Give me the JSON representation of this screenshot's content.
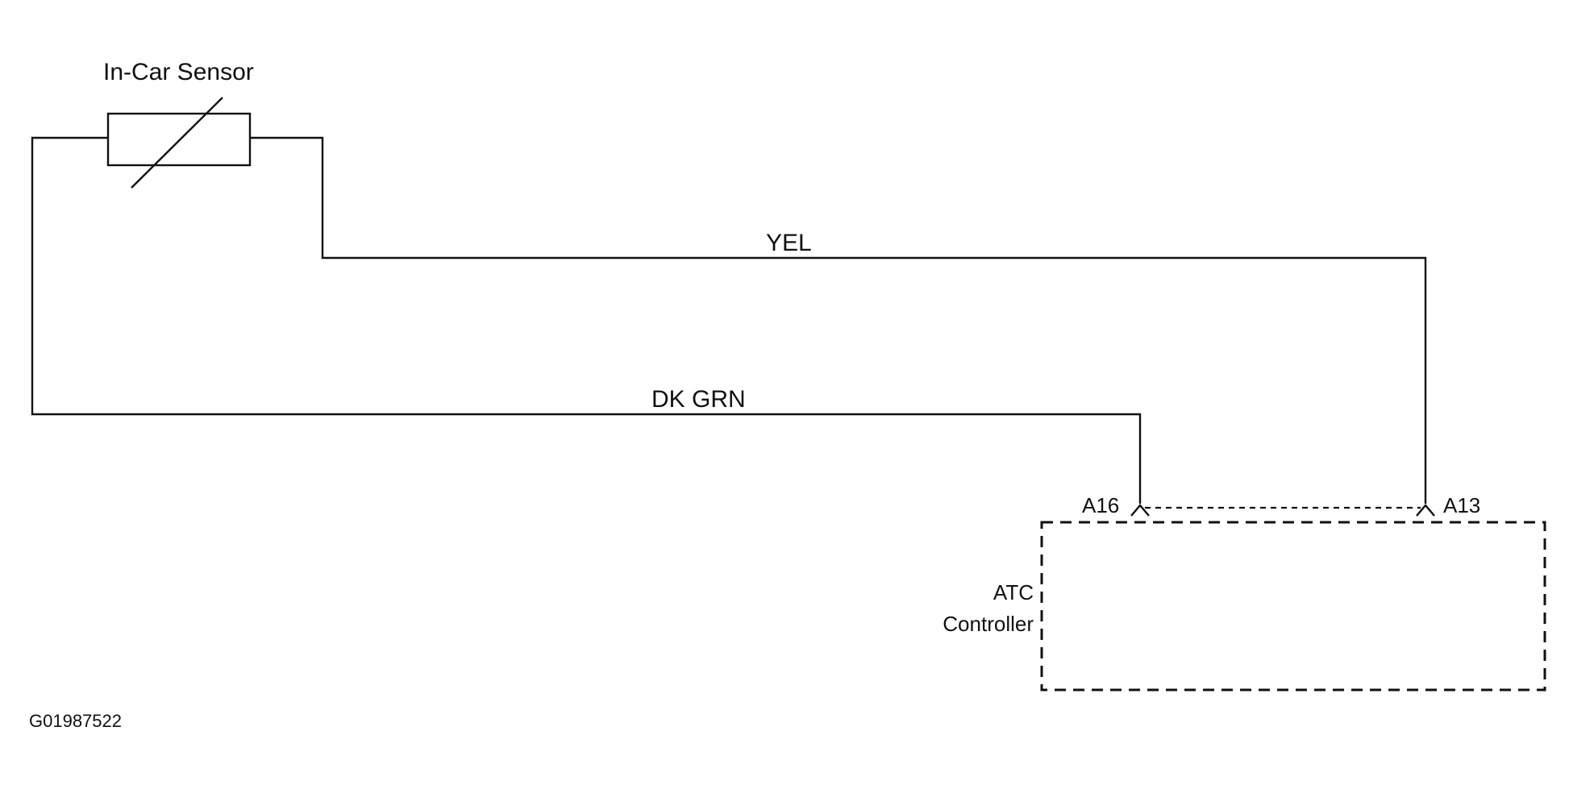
{
  "sensor": {
    "label": "In-Car Sensor"
  },
  "wires": {
    "signal": {
      "label": "YEL"
    },
    "ground": {
      "label": "DK GRN"
    }
  },
  "controller": {
    "label_line1": "ATC",
    "label_line2": "Controller",
    "pin_left": "A16",
    "pin_right": "A13"
  },
  "figure_id": "G01987522"
}
